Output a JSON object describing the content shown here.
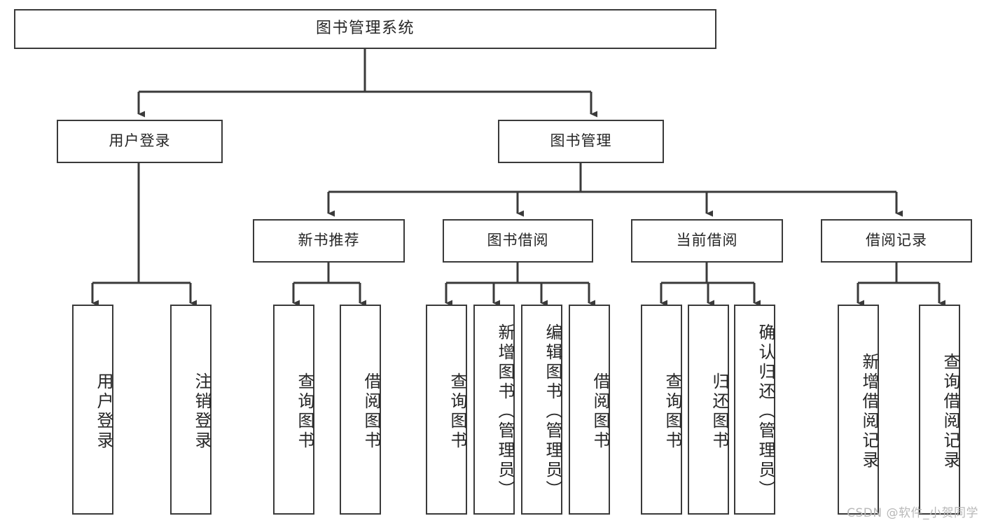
{
  "diagram": {
    "title": "图书管理系统",
    "type": "hierarchy-tree",
    "orientation": "top-down",
    "colors": {
      "box_border": "#3a3a3a",
      "box_fill": "#ffffff",
      "connector": "#3a3a3a",
      "text": "#262626",
      "watermark": "#b8b8b8"
    }
  },
  "watermark": {
    "text": "CSDN @软件_小贺同学"
  },
  "nodes": {
    "root": {
      "label": "图书管理系统"
    },
    "level1": [
      {
        "id": "user-login",
        "label": "用户登录"
      },
      {
        "id": "book-manage",
        "label": "图书管理"
      }
    ],
    "level2": [
      {
        "id": "new-book-recommend",
        "label": "新书推荐",
        "parent": "book-manage"
      },
      {
        "id": "book-borrow",
        "label": "图书借阅",
        "parent": "book-manage"
      },
      {
        "id": "current-borrow",
        "label": "当前借阅",
        "parent": "book-manage"
      },
      {
        "id": "borrow-record",
        "label": "借阅记录",
        "parent": "book-manage"
      }
    ],
    "leaves": [
      {
        "id": "leaf-user-login",
        "label": "用户登录",
        "parent": "user-login"
      },
      {
        "id": "leaf-logout-login",
        "label": "注销登录",
        "parent": "user-login"
      },
      {
        "id": "leaf-query-book-1",
        "label": "查询图书",
        "parent": "new-book-recommend"
      },
      {
        "id": "leaf-borrow-book-1",
        "label": "借阅图书",
        "parent": "new-book-recommend"
      },
      {
        "id": "leaf-query-book-2",
        "label": "查询图书",
        "parent": "book-borrow"
      },
      {
        "id": "leaf-add-book",
        "label": "新增图书（管理员）",
        "parent": "book-borrow"
      },
      {
        "id": "leaf-edit-book",
        "label": "编辑图书（管理员）",
        "parent": "book-borrow"
      },
      {
        "id": "leaf-borrow-book-2",
        "label": "借阅图书",
        "parent": "book-borrow"
      },
      {
        "id": "leaf-query-book-3",
        "label": "查询图书",
        "parent": "current-borrow"
      },
      {
        "id": "leaf-return-book",
        "label": "归还图书",
        "parent": "current-borrow"
      },
      {
        "id": "leaf-confirm-return",
        "label": "确认归还（管理员）",
        "parent": "current-borrow"
      },
      {
        "id": "leaf-add-record",
        "label": "新增借阅记录",
        "parent": "borrow-record"
      },
      {
        "id": "leaf-query-record",
        "label": "查询借阅记录",
        "parent": "borrow-record"
      }
    ]
  }
}
